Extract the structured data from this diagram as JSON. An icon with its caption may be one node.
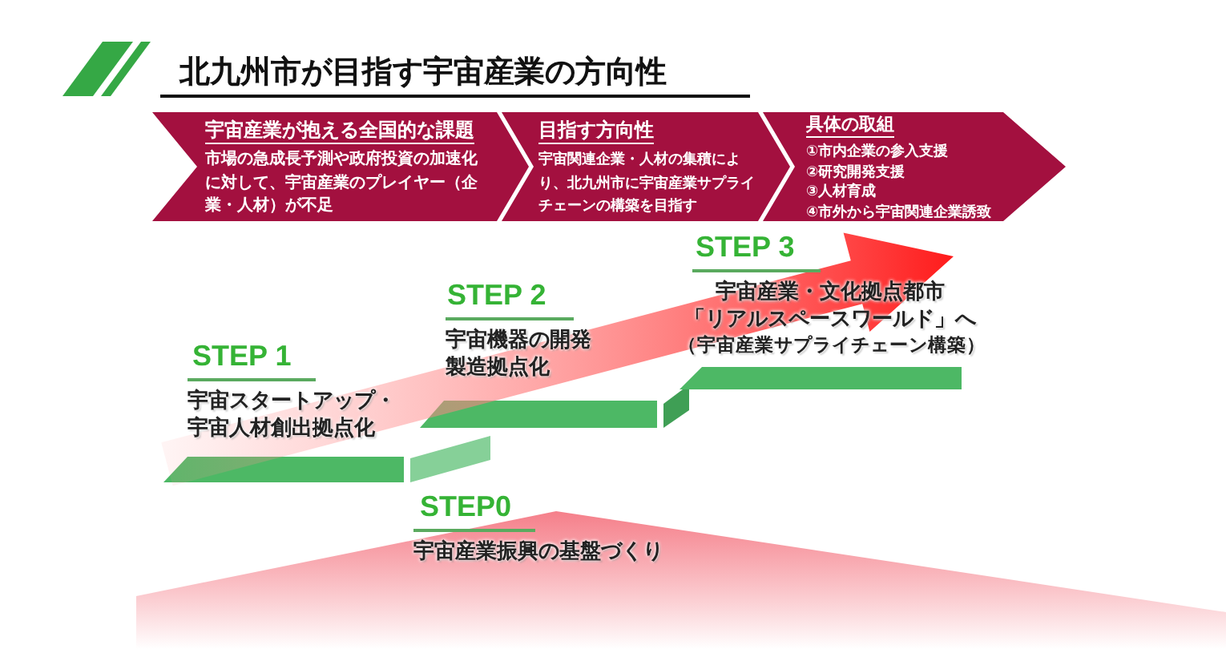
{
  "diagram": {
    "title": "北九州市が目指す宇宙産業の方向性",
    "nodes": [
      {
        "text": [
          "宇宙産業が抱える全国的な課題",
          "市場の急成長予測や政府投資の加速化に対して、宇宙産業のプレイヤー（企業・人材）が不足"
        ]
      },
      {
        "text": [
          "目指す方向性",
          "宇宙関連企業・人材の集積により、北九州市に宇宙産業サプライチェーンの構築を目指す"
        ]
      },
      {
        "text": [
          "具体の取組",
          "①市内企業の参入支援",
          "②研究開発支援",
          "③人材育成",
          "④市外から宇宙関連企業誘致"
        ]
      },
      {
        "text": [
          "STEP 1",
          "宇宙スタートアップ・宇宙人材創出拠点化"
        ]
      },
      {
        "text": [
          "STEP 2",
          "宇宙機器の開発製造拠点化"
        ]
      },
      {
        "text": [
          "STEP 3",
          "宇宙産業・文化拠点都市「リアルスペースワールド」へ",
          "（宇宙産業サプライチェーン構築）"
        ]
      },
      {
        "text": [
          "STEP0",
          "宇宙産業振興の基盤づくり"
        ]
      }
    ]
  }
}
